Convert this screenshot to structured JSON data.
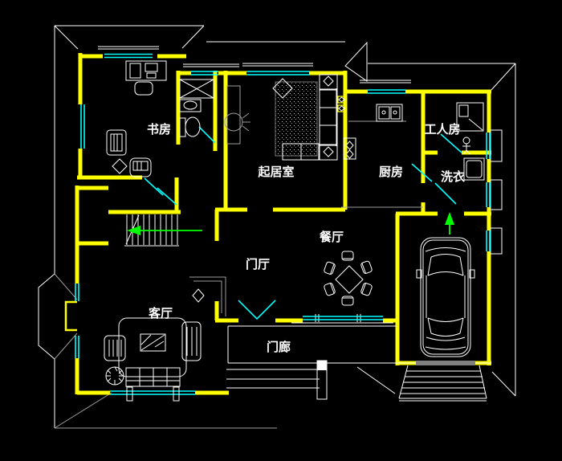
{
  "palette": {
    "background": "#000000",
    "wall": "#ffff00",
    "window": "#00ffff",
    "line": "#ffffff",
    "dim": "#9c9c9c",
    "arrow": "#00ff00",
    "label": "#ffffff"
  },
  "floor_plan": {
    "type": "residential-first-floor-cad-plan",
    "rooms": [
      {
        "name": "study",
        "label": "书房"
      },
      {
        "name": "family-room",
        "label": "起居室"
      },
      {
        "name": "kitchen",
        "label": "厨房"
      },
      {
        "name": "staff-room",
        "label": "工人房"
      },
      {
        "name": "laundry",
        "label": "洗衣"
      },
      {
        "name": "dining-room",
        "label": "餐厅"
      },
      {
        "name": "foyer",
        "label": "门厅"
      },
      {
        "name": "living-room",
        "label": "客厅"
      },
      {
        "name": "porch",
        "label": "门廊"
      }
    ],
    "symbols": [
      {
        "name": "stair-direction-arrow",
        "color": "#00ff00"
      },
      {
        "name": "garage-entry-arrow",
        "color": "#00ff00"
      }
    ]
  }
}
